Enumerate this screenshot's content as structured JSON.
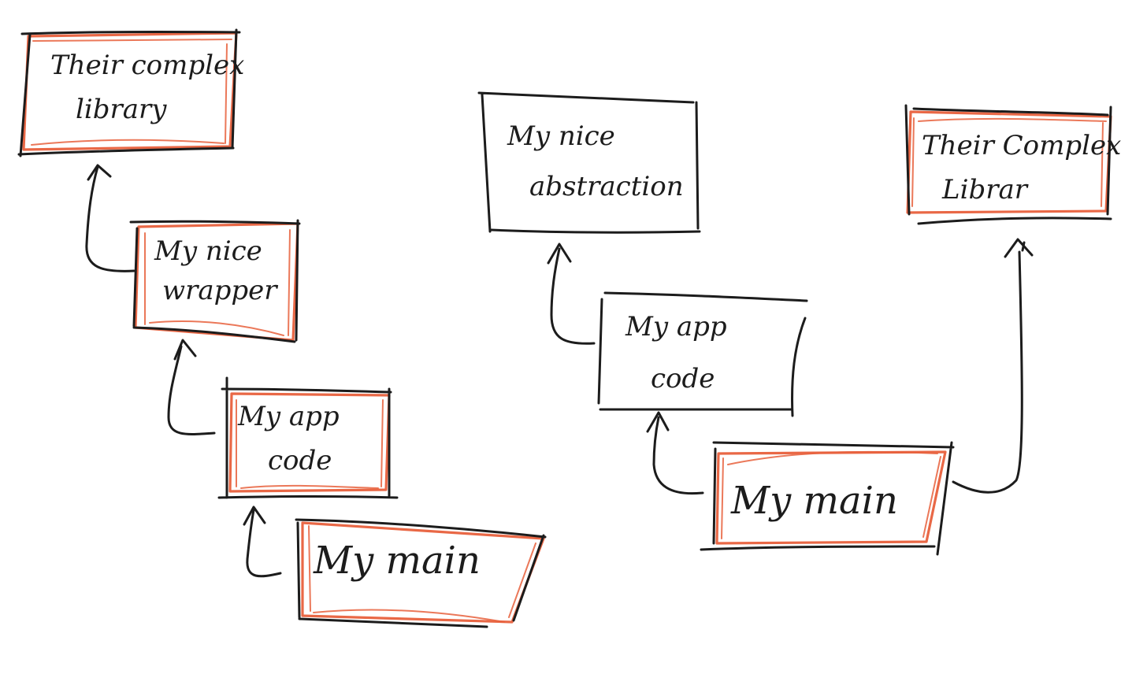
{
  "diagram": {
    "left": {
      "boxes": [
        {
          "id": "their-complex-library",
          "lines": [
            "Their complex",
            "library"
          ],
          "highlighted": true
        },
        {
          "id": "my-nice-wrapper",
          "lines": [
            "My nice",
            "wrapper"
          ],
          "highlighted": true
        },
        {
          "id": "my-app-code",
          "lines": [
            "My app",
            "code"
          ],
          "highlighted": true
        },
        {
          "id": "my-main",
          "lines": [
            "My main"
          ],
          "highlighted": true
        }
      ]
    },
    "right": {
      "boxes": [
        {
          "id": "my-nice-abstraction",
          "lines": [
            "My nice",
            "abstraction"
          ],
          "highlighted": false
        },
        {
          "id": "my-app-code",
          "lines": [
            "My app",
            "code"
          ],
          "highlighted": false
        },
        {
          "id": "their-complex-library",
          "lines": [
            "Their Complex",
            "Librar"
          ],
          "highlighted": true
        },
        {
          "id": "my-main",
          "lines": [
            "My main"
          ],
          "highlighted": true
        }
      ]
    }
  },
  "colors": {
    "ink": "#1c1c1c",
    "highlight": "#e8603c",
    "background": "#ffffff"
  }
}
